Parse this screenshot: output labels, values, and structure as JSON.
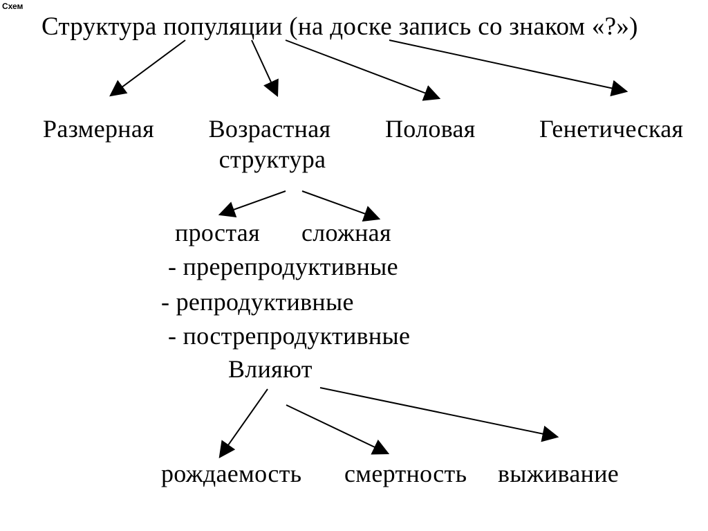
{
  "corner_label": "Схем",
  "title": "Структура популяции (на доске запись со знаком «?»)",
  "categories": {
    "size": "Размерная",
    "age_line1": "Возрастная",
    "age_line2": "структура",
    "sex": "Половая",
    "genetic": "Генетическая"
  },
  "age_types": {
    "simple": "простая",
    "complex": "сложная"
  },
  "age_groups": [
    "- пререпродуктивные",
    "- репродуктивные",
    "- пострепродуктивные"
  ],
  "influence": "Влияют",
  "factors": {
    "birth": "рождаемость",
    "death": "смертность",
    "survival": "выживание"
  },
  "colors": {
    "background": "#ffffff",
    "ink": "#000000"
  }
}
